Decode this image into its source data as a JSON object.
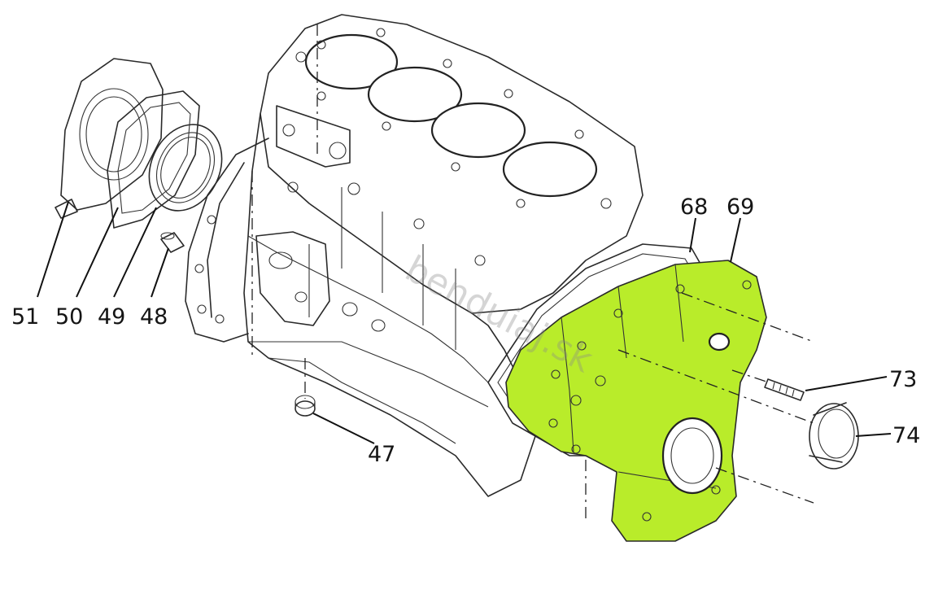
{
  "diagram": {
    "highlight_color": "#b9ec2a",
    "watermark": "benduiaj.sk",
    "callouts": [
      {
        "id": "51",
        "label": "51"
      },
      {
        "id": "50",
        "label": "50"
      },
      {
        "id": "49",
        "label": "49"
      },
      {
        "id": "48",
        "label": "48"
      },
      {
        "id": "47",
        "label": "47"
      },
      {
        "id": "68",
        "label": "68"
      },
      {
        "id": "69",
        "label": "69"
      },
      {
        "id": "73",
        "label": "73"
      },
      {
        "id": "74",
        "label": "74"
      }
    ]
  }
}
